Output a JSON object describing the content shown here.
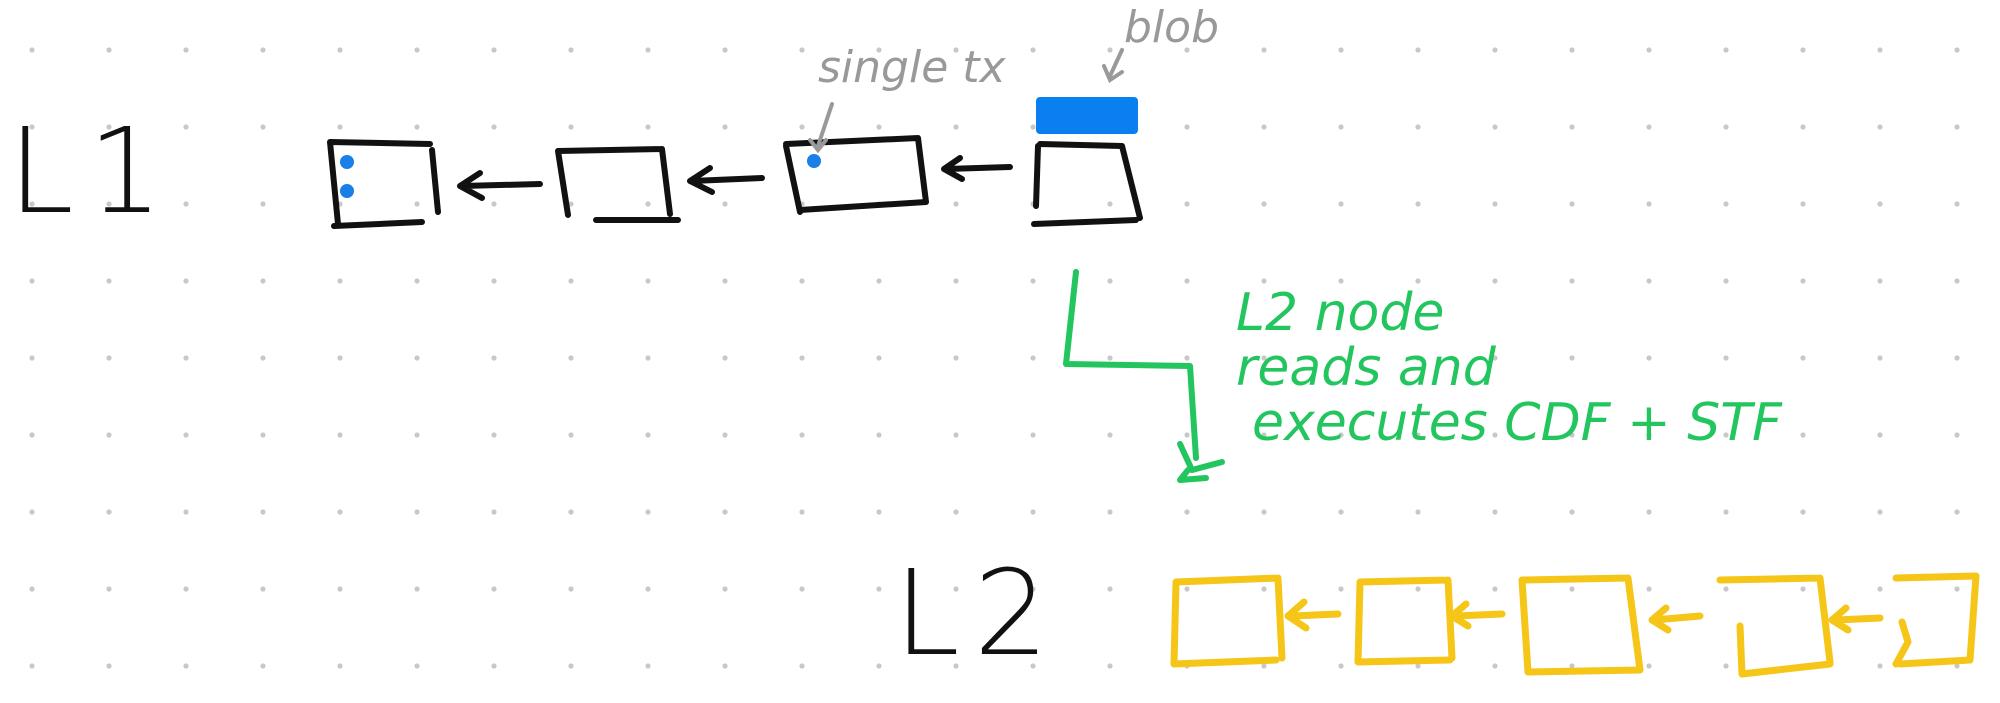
{
  "labels": {
    "l1": "L1",
    "l2": "L2",
    "single_tx": "single tx",
    "blob": "blob",
    "flow_line1": "L2 node",
    "flow_line2": "reads and",
    "flow_line3": "executes CDF + STF"
  },
  "colors": {
    "ink": "#111111",
    "note": "#999999",
    "tx_blue": "#1a7fe6",
    "blob_blue": "#0a7ff0",
    "flow_green": "#22c55e",
    "l2_yellow": "#f5c518",
    "grid_dot": "#c8c8c8"
  },
  "icons": {
    "arrow": "left-arrow-icon",
    "flow": "down-flow-arrow-icon"
  },
  "diagram": {
    "l1_block_count": 4,
    "l2_block_count": 5
  }
}
